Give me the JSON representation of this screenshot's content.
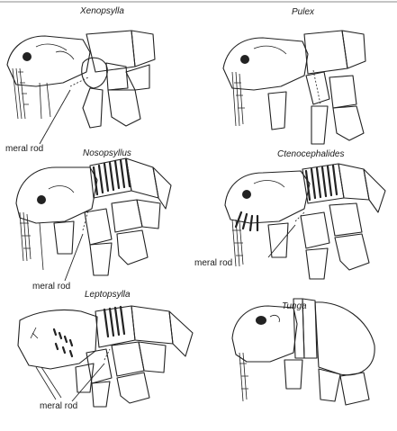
{
  "figure": {
    "panels": [
      {
        "genus": "Xenopsylla",
        "callout": "meral rod"
      },
      {
        "genus": "Pulex",
        "callout": ""
      },
      {
        "genus": "Nosopsyllus",
        "callout": "meral rod"
      },
      {
        "genus": "Ctenocephalides",
        "callout": "meral rod"
      },
      {
        "genus": "Leptopsylla",
        "callout": "meral rod"
      },
      {
        "genus": "Tunga",
        "callout": ""
      }
    ]
  }
}
